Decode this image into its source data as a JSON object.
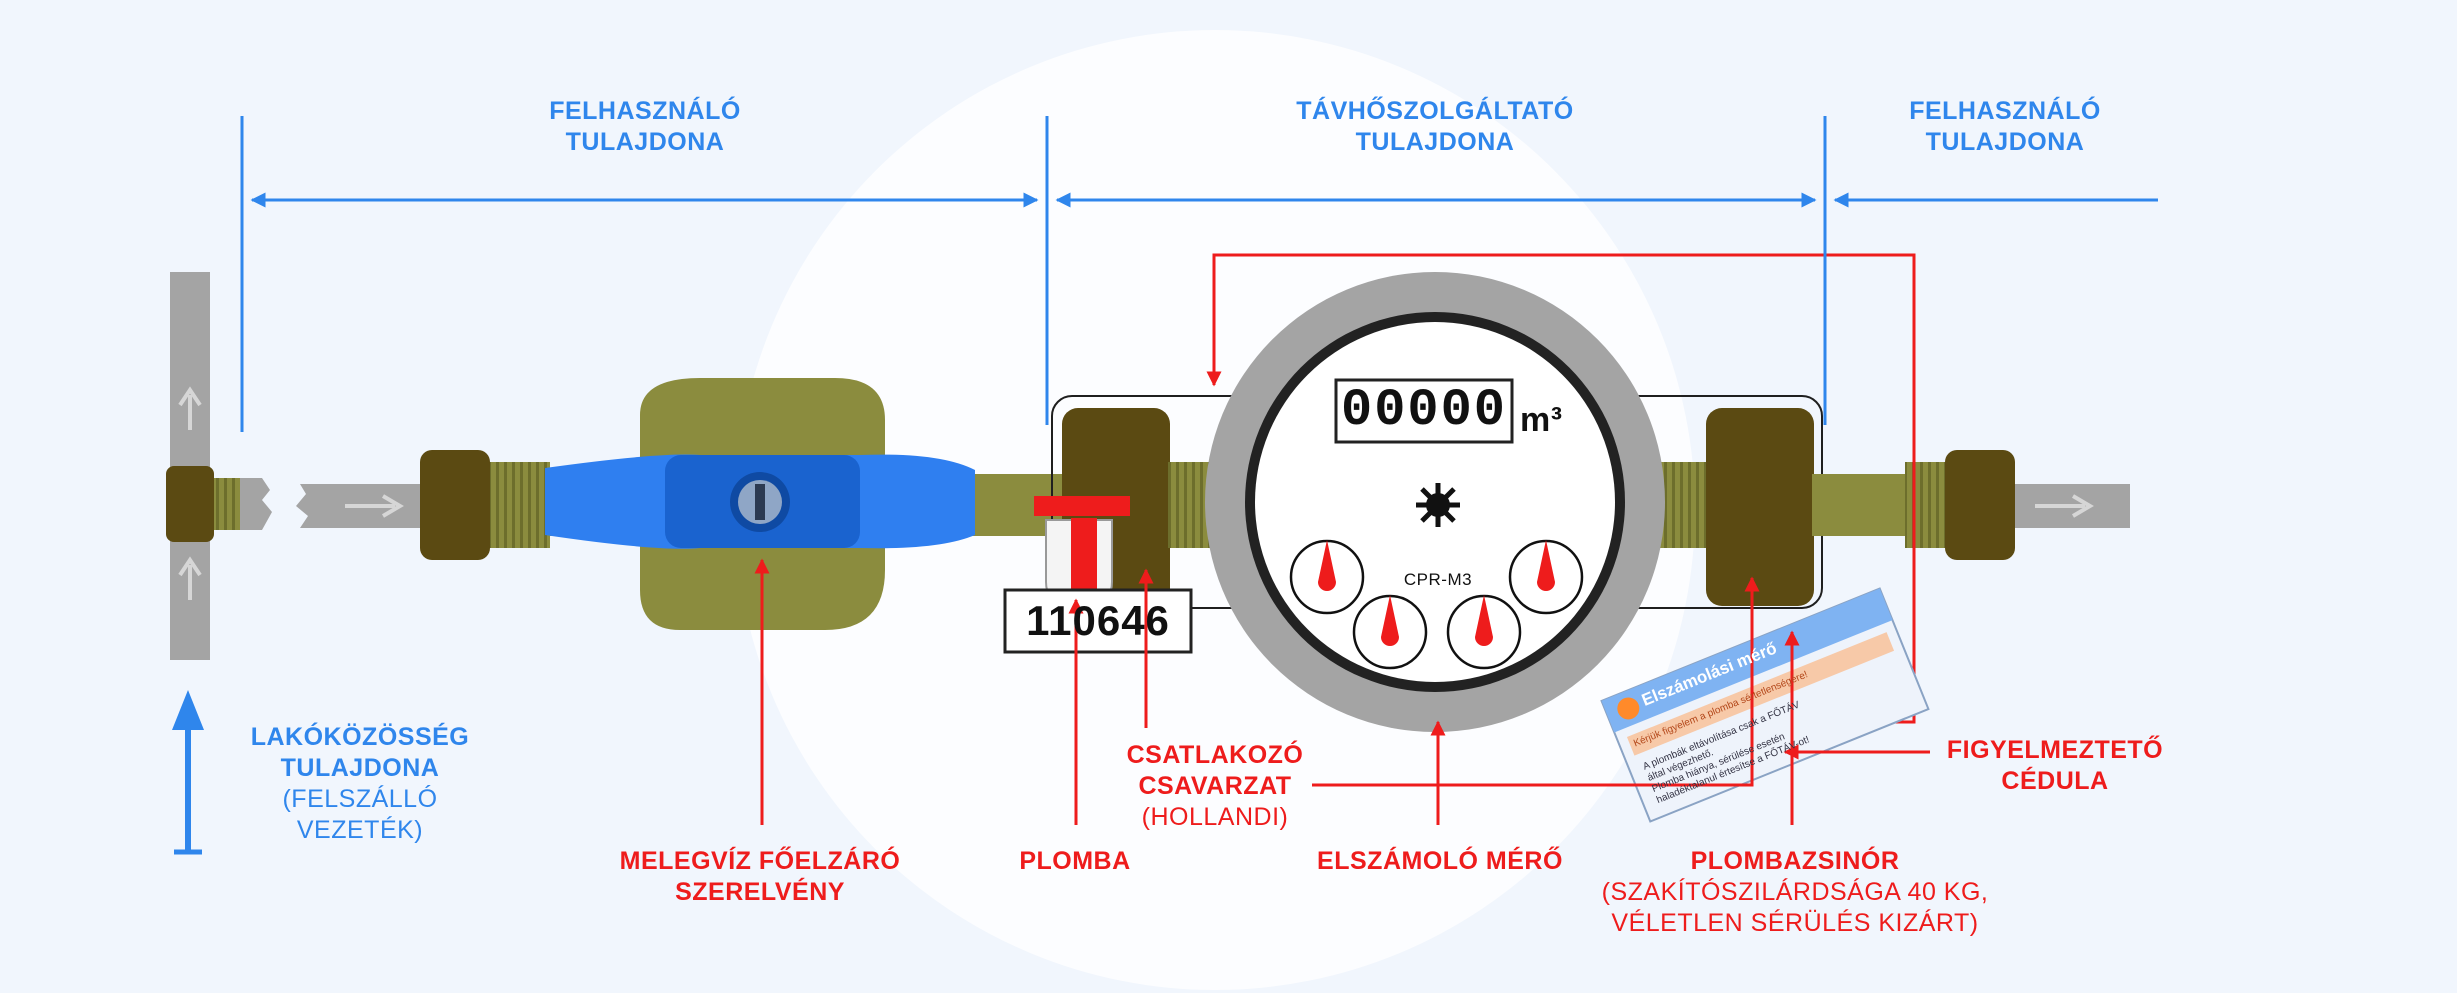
{
  "ownership": {
    "left_user": {
      "line1": "FELHASZNÁLÓ",
      "line2": "TULAJDONA"
    },
    "provider": {
      "line1": "TÁVHŐSZOLGÁLTATÓ",
      "line2": "TULAJDONA"
    },
    "right_user": {
      "line1": "FELHASZNÁLÓ",
      "line2": "TULAJDONA"
    },
    "community": {
      "line1": "LAKÓKÖZÖSSÉG",
      "line2": "TULAJDONA",
      "line3": "(FELSZÁLLÓ",
      "line4": "VEZETÉK)"
    }
  },
  "meter": {
    "counter": "00000",
    "unit": "m³",
    "model": "CPR-M3"
  },
  "seal_number": "110646",
  "tag_card": {
    "title": "Elszámolási mérő",
    "warn": "Kérjük figyelem a plomba sértetlenségére!",
    "lines": [
      "A plombák eltávolítása csak a FŐTÁV",
      "által végezhető.",
      "Plomba hiánya, sérülése esetén",
      "haladéktalanul értesítse a FŐTÁV-ot!"
    ]
  },
  "callouts": {
    "valve": {
      "line1": "MELEGVÍZ FŐELZÁRÓ",
      "line2": "SZERELVÉNY"
    },
    "seal": {
      "line1": "PLOMBA"
    },
    "union": {
      "line1": "CSATLAKOZÓ",
      "line2": "CSAVARZAT",
      "line3": "(HOLLANDI)"
    },
    "meter": {
      "line1": "ELSZÁMOLÓ MÉRŐ"
    },
    "seal_wire": {
      "line1": "PLOMBAZSINÓR",
      "line2": "(SZAKÍTÓSZILÁRDSÁGA 40 KG,",
      "line3": "VÉLETLEN SÉRÜLÉS KIZÁRT)"
    },
    "warning_tag": {
      "line1": "FIGYELMEZTETŐ",
      "line2": "CÉDULA"
    }
  },
  "colors": {
    "blue": "#2f86ec",
    "red": "#ee1c1c",
    "brass": "#8b8c3e",
    "dark_brass": "#5b4a12",
    "pipe": "#a4a4a4",
    "valve_blue": "#2f7ff0"
  }
}
